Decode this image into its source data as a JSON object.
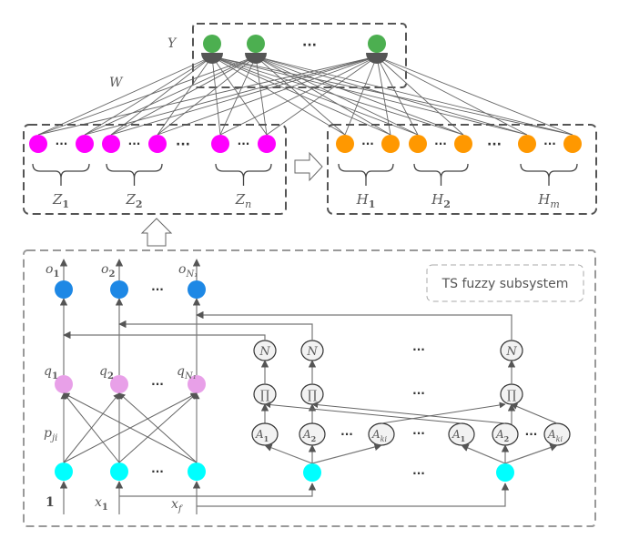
{
  "title": "Fuzzy broad learning system architecture",
  "colors": {
    "output_node": "#4caf50",
    "fuzzy_output_node": "#ff00ff",
    "enhancement_node": "#ff9800",
    "ts_output_node": "#1e88e5",
    "consequent_node": "#e8a0e8",
    "input_node": "#00ffff",
    "edge": "#666666"
  },
  "output_layer": {
    "label": "Y",
    "nodes": 3,
    "ellipsis": "···"
  },
  "weights_label": "W",
  "fuzzy_group": {
    "ellipsis": "···",
    "groups": [
      {
        "label": "Z",
        "subscript": "1"
      },
      {
        "label": "Z",
        "subscript": "2"
      },
      {
        "label": "Z",
        "subscript": "n"
      }
    ]
  },
  "enhancement_group": {
    "ellipsis": "···",
    "groups": [
      {
        "label": "H",
        "subscript": "1"
      },
      {
        "label": "H",
        "subscript": "2"
      },
      {
        "label": "H",
        "subscript": "m"
      }
    ]
  },
  "ts_subsystem": {
    "title": "TS fuzzy subsystem",
    "outputs": [
      {
        "label": "o",
        "subscript": "1"
      },
      {
        "label": "o",
        "subscript": "2"
      },
      {
        "label": "o",
        "subscript": "N1"
      }
    ],
    "consequents": [
      {
        "label": "q",
        "subscript": "1"
      },
      {
        "label": "q",
        "subscript": "2"
      },
      {
        "label": "q",
        "subscript": "N1"
      }
    ],
    "param_label": {
      "label": "p",
      "subscript": "ji"
    },
    "inputs": [
      {
        "label": "1",
        "subscript": ""
      },
      {
        "label": "x",
        "subscript": "1"
      },
      {
        "label": "x",
        "subscript": "f"
      }
    ],
    "norm_label": "N",
    "product_label": "∏",
    "membership": [
      {
        "label": "A",
        "subscript": "1"
      },
      {
        "label": "A",
        "subscript": "2"
      },
      {
        "label": "A",
        "subscript": "ki"
      }
    ],
    "ellipsis": "···"
  }
}
